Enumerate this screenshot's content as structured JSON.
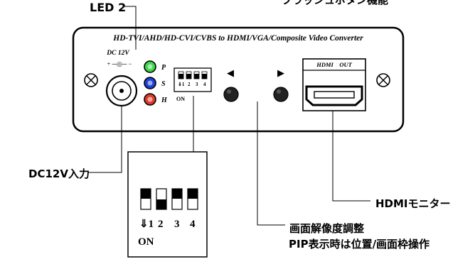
{
  "labels": {
    "led": "LED 2",
    "top_right_fragment": "ブラッシュボタン機能",
    "dc_input": "DC12V入力",
    "hdmi_monitor": "HDMIモニター",
    "resolution_line1": "画面解像度調整",
    "resolution_line2": "PIP表示時は位置/画面枠操作"
  },
  "device": {
    "title": "HD-TVI/AHD/HD-CVI/CVBS  to HDMI/VGA/Composite Video Converter",
    "dc_label": "DC 12V",
    "polarity": "+ ─◎─ −",
    "led_letters": [
      "P",
      "S",
      "H"
    ],
    "led_colors": [
      "#3fd64a",
      "#1e3fd6",
      "#e03a2b"
    ],
    "dip_numbers": [
      "⇓1",
      "2",
      "3",
      "4"
    ],
    "dip_on": "ON",
    "button_arrows": [
      "◀",
      "▶"
    ],
    "hdmi_header": "HDMI    OUT"
  },
  "zoom_dip": {
    "numbers": [
      "⇓1",
      "2",
      "3",
      "4"
    ],
    "on": "ON"
  }
}
